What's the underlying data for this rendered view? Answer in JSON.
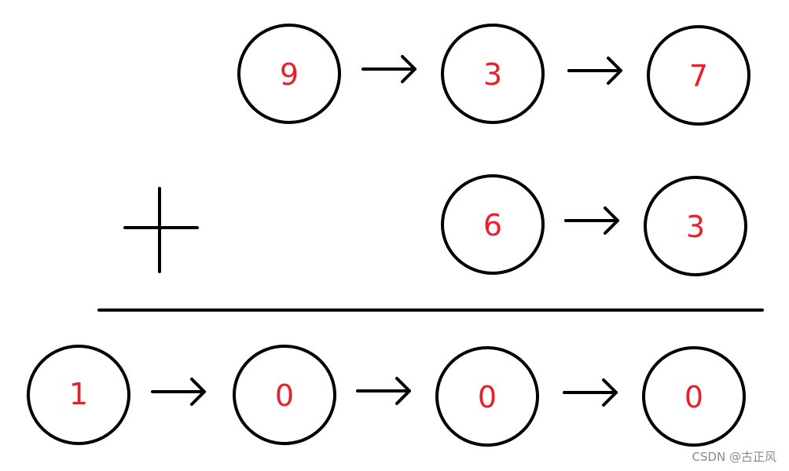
{
  "colors": {
    "digit": "#e8202a",
    "stroke": "#000000",
    "watermark": "#8a8a8a"
  },
  "operator": {
    "symbol": "+",
    "icon": "plus-icon"
  },
  "lists": {
    "first_addend": [
      "9",
      "3",
      "7"
    ],
    "second_addend": [
      "6",
      "3"
    ],
    "sum": [
      "1",
      "0",
      "0",
      "0"
    ]
  },
  "watermark": "CSDN @古正风"
}
